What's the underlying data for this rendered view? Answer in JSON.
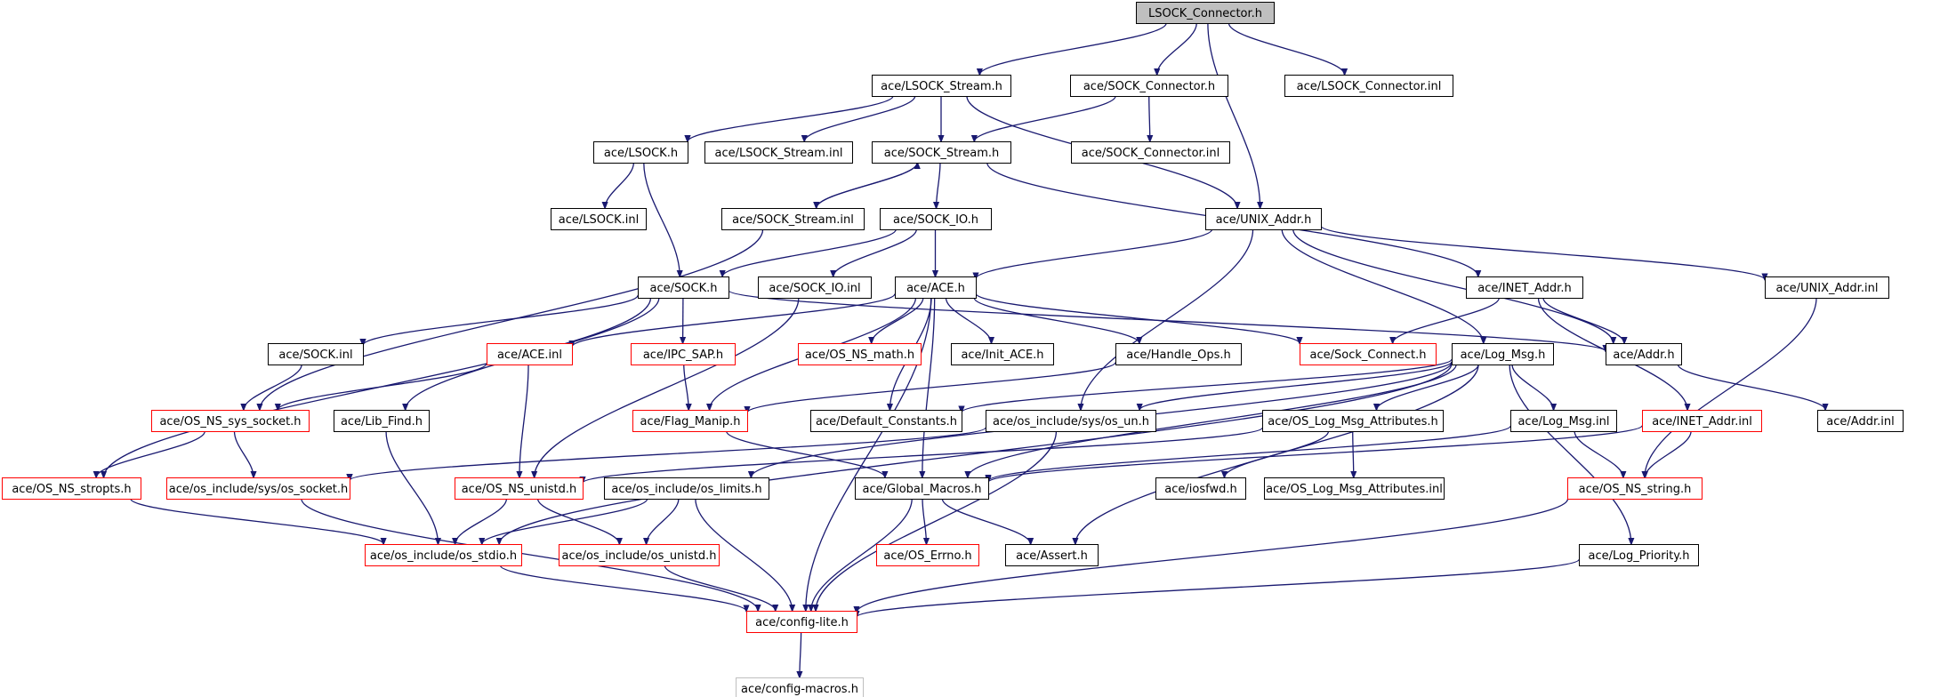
{
  "colors": {
    "edge": "#191970",
    "root_fill": "#bfbfbf",
    "border_default": "#000000",
    "border_incomplete": "#ff0000",
    "border_faded": "#bfbfbf"
  },
  "nodes": [
    {
      "id": "lsock_connector_h",
      "label": "LSOCK_Connector.h",
      "style": "root"
    },
    {
      "id": "lsock_stream_h",
      "label": "ace/LSOCK_Stream.h",
      "style": "default"
    },
    {
      "id": "sock_connector_h",
      "label": "ace/SOCK_Connector.h",
      "style": "default"
    },
    {
      "id": "lsock_connector_inl",
      "label": "ace/LSOCK_Connector.inl",
      "style": "default"
    },
    {
      "id": "lsock_h",
      "label": "ace/LSOCK.h",
      "style": "default"
    },
    {
      "id": "lsock_stream_inl",
      "label": "ace/LSOCK_Stream.inl",
      "style": "default"
    },
    {
      "id": "sock_stream_h",
      "label": "ace/SOCK_Stream.h",
      "style": "default"
    },
    {
      "id": "sock_connector_inl",
      "label": "ace/SOCK_Connector.inl",
      "style": "default"
    },
    {
      "id": "lsock_inl",
      "label": "ace/LSOCK.inl",
      "style": "default"
    },
    {
      "id": "sock_stream_inl",
      "label": "ace/SOCK_Stream.inl",
      "style": "default"
    },
    {
      "id": "sock_io_h",
      "label": "ace/SOCK_IO.h",
      "style": "default"
    },
    {
      "id": "unix_addr_h",
      "label": "ace/UNIX_Addr.h",
      "style": "default"
    },
    {
      "id": "sock_h",
      "label": "ace/SOCK.h",
      "style": "default"
    },
    {
      "id": "sock_io_inl",
      "label": "ace/SOCK_IO.inl",
      "style": "default"
    },
    {
      "id": "ace_h",
      "label": "ace/ACE.h",
      "style": "default"
    },
    {
      "id": "inet_addr_h",
      "label": "ace/INET_Addr.h",
      "style": "default"
    },
    {
      "id": "unix_addr_inl",
      "label": "ace/UNIX_Addr.inl",
      "style": "default"
    },
    {
      "id": "sock_inl",
      "label": "ace/SOCK.inl",
      "style": "default"
    },
    {
      "id": "ace_inl",
      "label": "ace/ACE.inl",
      "style": "incomplete"
    },
    {
      "id": "ipc_sap_h",
      "label": "ace/IPC_SAP.h",
      "style": "incomplete"
    },
    {
      "id": "os_ns_math_h",
      "label": "ace/OS_NS_math.h",
      "style": "incomplete"
    },
    {
      "id": "init_ace_h",
      "label": "ace/Init_ACE.h",
      "style": "default"
    },
    {
      "id": "handle_ops_h",
      "label": "ace/Handle_Ops.h",
      "style": "default"
    },
    {
      "id": "sock_connect_h",
      "label": "ace/Sock_Connect.h",
      "style": "incomplete"
    },
    {
      "id": "log_msg_h",
      "label": "ace/Log_Msg.h",
      "style": "default"
    },
    {
      "id": "addr_h",
      "label": "ace/Addr.h",
      "style": "default"
    },
    {
      "id": "os_ns_sys_socket_h",
      "label": "ace/OS_NS_sys_socket.h",
      "style": "incomplete"
    },
    {
      "id": "lib_find_h",
      "label": "ace/Lib_Find.h",
      "style": "default"
    },
    {
      "id": "flag_manip_h",
      "label": "ace/Flag_Manip.h",
      "style": "incomplete"
    },
    {
      "id": "default_constants_h",
      "label": "ace/Default_Constants.h",
      "style": "default"
    },
    {
      "id": "os_un_h",
      "label": "ace/os_include/sys/os_un.h",
      "style": "default"
    },
    {
      "id": "os_log_msg_attributes_h",
      "label": "ace/OS_Log_Msg_Attributes.h",
      "style": "default"
    },
    {
      "id": "log_msg_inl",
      "label": "ace/Log_Msg.inl",
      "style": "default"
    },
    {
      "id": "inet_addr_inl",
      "label": "ace/INET_Addr.inl",
      "style": "incomplete"
    },
    {
      "id": "addr_inl",
      "label": "ace/Addr.inl",
      "style": "default"
    },
    {
      "id": "os_ns_stropts_h",
      "label": "ace/OS_NS_stropts.h",
      "style": "incomplete"
    },
    {
      "id": "os_socket_h",
      "label": "ace/os_include/sys/os_socket.h",
      "style": "incomplete"
    },
    {
      "id": "os_ns_unistd_h",
      "label": "ace/OS_NS_unistd.h",
      "style": "incomplete"
    },
    {
      "id": "os_limits_h",
      "label": "ace/os_include/os_limits.h",
      "style": "default"
    },
    {
      "id": "global_macros_h",
      "label": "ace/Global_Macros.h",
      "style": "default"
    },
    {
      "id": "iosfwd_h",
      "label": "ace/iosfwd.h",
      "style": "default"
    },
    {
      "id": "os_log_msg_attributes_inl",
      "label": "ace/OS_Log_Msg_Attributes.inl",
      "style": "default"
    },
    {
      "id": "os_ns_string_h",
      "label": "ace/OS_NS_string.h",
      "style": "incomplete"
    },
    {
      "id": "os_stdio_h",
      "label": "ace/os_include/os_stdio.h",
      "style": "incomplete"
    },
    {
      "id": "os_unistd_h",
      "label": "ace/os_include/os_unistd.h",
      "style": "incomplete"
    },
    {
      "id": "os_errno_h",
      "label": "ace/OS_Errno.h",
      "style": "incomplete"
    },
    {
      "id": "assert_h",
      "label": "ace/Assert.h",
      "style": "default"
    },
    {
      "id": "log_priority_h",
      "label": "ace/Log_Priority.h",
      "style": "default"
    },
    {
      "id": "config_lite_h",
      "label": "ace/config-lite.h",
      "style": "incomplete"
    },
    {
      "id": "config_macros_h",
      "label": "ace/config-macros.h",
      "style": "faded"
    }
  ],
  "edges": [
    [
      "lsock_connector_h",
      "lsock_stream_h"
    ],
    [
      "lsock_connector_h",
      "sock_connector_h"
    ],
    [
      "lsock_connector_h",
      "lsock_connector_inl"
    ],
    [
      "lsock_connector_h",
      "unix_addr_h"
    ],
    [
      "lsock_stream_h",
      "lsock_h"
    ],
    [
      "lsock_stream_h",
      "lsock_stream_inl"
    ],
    [
      "lsock_stream_h",
      "sock_stream_h"
    ],
    [
      "lsock_stream_h",
      "unix_addr_h"
    ],
    [
      "sock_connector_h",
      "sock_stream_h"
    ],
    [
      "sock_connector_h",
      "sock_connector_inl"
    ],
    [
      "lsock_h",
      "lsock_inl"
    ],
    [
      "lsock_h",
      "sock_h"
    ],
    [
      "sock_stream_h",
      "sock_stream_inl"
    ],
    [
      "sock_stream_inl",
      "sock_stream_h"
    ],
    [
      "sock_stream_h",
      "sock_io_h"
    ],
    [
      "sock_stream_h",
      "inet_addr_h"
    ],
    [
      "sock_stream_inl",
      "os_ns_sys_socket_h"
    ],
    [
      "sock_io_h",
      "sock_h"
    ],
    [
      "sock_io_h",
      "sock_io_inl"
    ],
    [
      "sock_io_h",
      "ace_h"
    ],
    [
      "unix_addr_h",
      "ace_h"
    ],
    [
      "unix_addr_h",
      "addr_h"
    ],
    [
      "unix_addr_h",
      "unix_addr_inl"
    ],
    [
      "unix_addr_h",
      "log_msg_h"
    ],
    [
      "unix_addr_h",
      "os_un_h"
    ],
    [
      "sock_h",
      "sock_inl"
    ],
    [
      "sock_h",
      "ipc_sap_h"
    ],
    [
      "sock_h",
      "addr_h"
    ],
    [
      "sock_h",
      "os_ns_stropts_h"
    ],
    [
      "sock_h",
      "lib_find_h"
    ],
    [
      "sock_io_inl",
      "os_ns_unistd_h"
    ],
    [
      "ace_h",
      "ace_inl"
    ],
    [
      "ace_h",
      "os_ns_math_h"
    ],
    [
      "ace_h",
      "init_ace_h"
    ],
    [
      "ace_h",
      "handle_ops_h"
    ],
    [
      "ace_h",
      "sock_connect_h"
    ],
    [
      "ace_h",
      "default_constants_h"
    ],
    [
      "ace_h",
      "global_macros_h"
    ],
    [
      "ace_h",
      "config_lite_h"
    ],
    [
      "ace_h",
      "flag_manip_h"
    ],
    [
      "inet_addr_h",
      "sock_connect_h"
    ],
    [
      "inet_addr_h",
      "addr_h"
    ],
    [
      "inet_addr_h",
      "inet_addr_inl"
    ],
    [
      "unix_addr_inl",
      "os_ns_string_h"
    ],
    [
      "sock_inl",
      "os_ns_sys_socket_h"
    ],
    [
      "ace_inl",
      "os_ns_sys_socket_h"
    ],
    [
      "ace_inl",
      "os_ns_unistd_h"
    ],
    [
      "ipc_sap_h",
      "flag_manip_h"
    ],
    [
      "handle_ops_h",
      "flag_manip_h"
    ],
    [
      "log_msg_h",
      "default_constants_h"
    ],
    [
      "log_msg_h",
      "os_un_h"
    ],
    [
      "log_msg_h",
      "os_log_msg_attributes_h"
    ],
    [
      "log_msg_h",
      "log_msg_inl"
    ],
    [
      "log_msg_h",
      "global_macros_h"
    ],
    [
      "log_msg_h",
      "assert_h"
    ],
    [
      "log_msg_h",
      "log_priority_h"
    ],
    [
      "log_msg_h",
      "os_limits_h"
    ],
    [
      "log_msg_h",
      "os_stdio_h"
    ],
    [
      "addr_h",
      "addr_inl"
    ],
    [
      "os_ns_sys_socket_h",
      "os_socket_h"
    ],
    [
      "os_ns_sys_socket_h",
      "os_ns_stropts_h"
    ],
    [
      "lib_find_h",
      "os_stdio_h"
    ],
    [
      "flag_manip_h",
      "global_macros_h"
    ],
    [
      "os_un_h",
      "os_socket_h"
    ],
    [
      "os_un_h",
      "config_lite_h"
    ],
    [
      "os_log_msg_attributes_h",
      "iosfwd_h"
    ],
    [
      "os_log_msg_attributes_h",
      "os_log_msg_attributes_inl"
    ],
    [
      "os_log_msg_attributes_h",
      "os_ns_unistd_h"
    ],
    [
      "log_msg_inl",
      "os_ns_string_h"
    ],
    [
      "log_msg_inl",
      "global_macros_h"
    ],
    [
      "inet_addr_inl",
      "os_ns_string_h"
    ],
    [
      "inet_addr_inl",
      "global_macros_h"
    ],
    [
      "os_ns_stropts_h",
      "os_stdio_h"
    ],
    [
      "os_socket_h",
      "config_lite_h"
    ],
    [
      "os_ns_unistd_h",
      "os_stdio_h"
    ],
    [
      "os_ns_unistd_h",
      "os_unistd_h"
    ],
    [
      "os_limits_h",
      "os_stdio_h"
    ],
    [
      "os_limits_h",
      "os_unistd_h"
    ],
    [
      "os_limits_h",
      "config_lite_h"
    ],
    [
      "global_macros_h",
      "os_errno_h"
    ],
    [
      "global_macros_h",
      "assert_h"
    ],
    [
      "global_macros_h",
      "config_lite_h"
    ],
    [
      "os_ns_string_h",
      "config_lite_h"
    ],
    [
      "os_stdio_h",
      "config_lite_h"
    ],
    [
      "os_unistd_h",
      "config_lite_h"
    ],
    [
      "log_priority_h",
      "config_lite_h"
    ],
    [
      "config_lite_h",
      "config_macros_h"
    ]
  ]
}
